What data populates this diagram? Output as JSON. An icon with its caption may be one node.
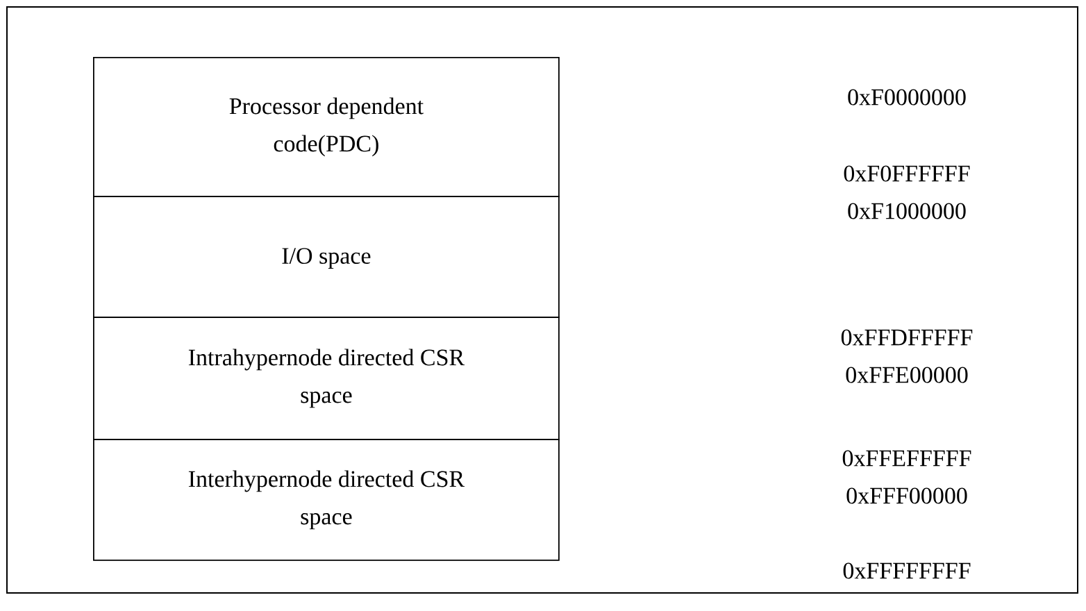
{
  "diagram": {
    "nodes": [
      {
        "text": [
          "Processor dependent code(PDC)"
        ]
      },
      {
        "text": [
          "I/O space"
        ]
      },
      {
        "text": [
          "Intrahypernode directed CSR space"
        ]
      },
      {
        "text": [
          "Interhypernode directed CSR space"
        ]
      }
    ],
    "labels": [
      "0xF0000000",
      "0xF0FFFFFF",
      "0xF1000000",
      "0xFFDFFFFF",
      "0xFFE00000",
      "0xFFEFFFFF",
      "0xFFF00000",
      "0xFFFFFFFF"
    ]
  }
}
